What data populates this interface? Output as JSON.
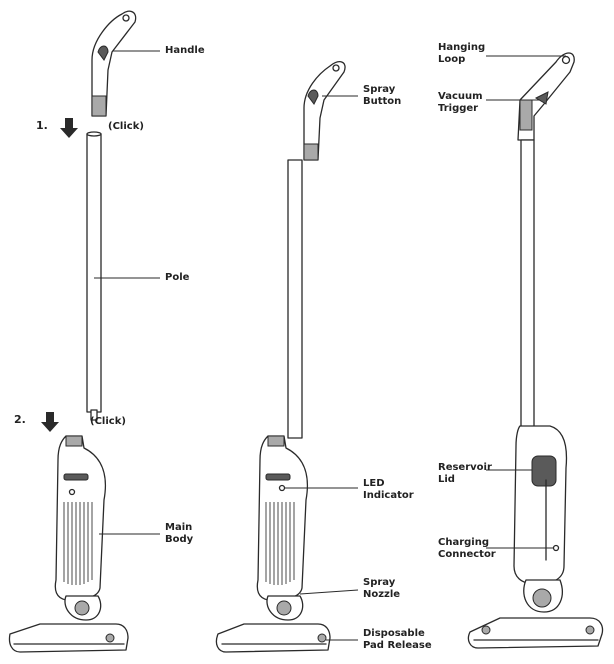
{
  "steps": {
    "one": "1.",
    "two": "2."
  },
  "clicks": {
    "one": "(Click)",
    "two": "(Click)"
  },
  "labels": {
    "handle": "Handle",
    "pole": "Pole",
    "main_body": [
      "Main",
      "Body"
    ],
    "spray_button": [
      "Spray",
      "Button"
    ],
    "led_indicator": [
      "LED",
      "Indicator"
    ],
    "spray_nozzle": [
      "Spray",
      "Nozzle"
    ],
    "pad_release": [
      "Disposable",
      "Pad Release"
    ],
    "hanging_loop": [
      "Hanging",
      "Loop"
    ],
    "vacuum_trigger": [
      "Vacuum",
      "Trigger"
    ],
    "reservoir_lid": [
      "Reservoir",
      "Lid"
    ],
    "charging_connector": [
      "Charging",
      "Connector"
    ]
  },
  "icons": [
    "arrow-down-icon"
  ]
}
